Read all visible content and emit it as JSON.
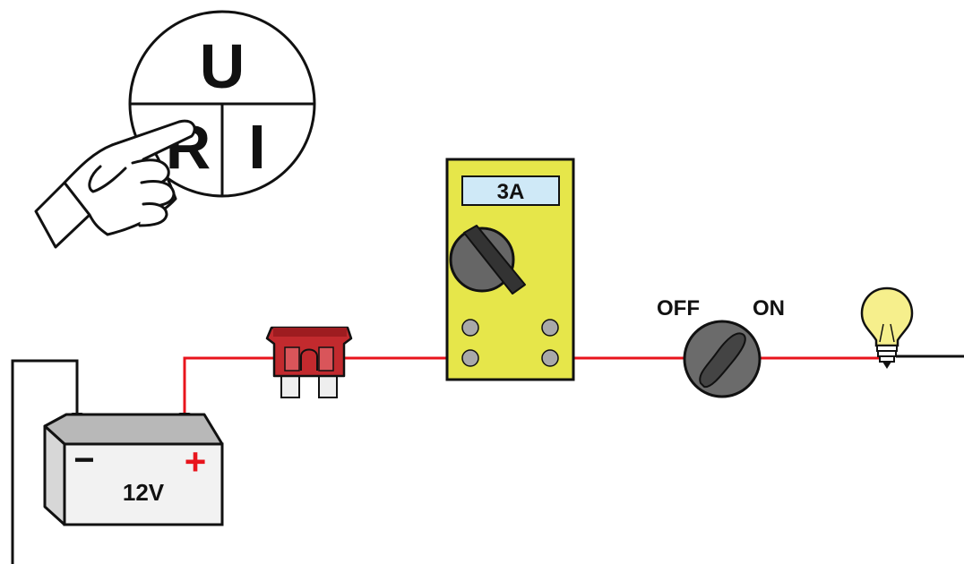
{
  "ohm_triangle": {
    "top_letter": "U",
    "bottom_left_letter": "R",
    "bottom_right_letter": "I"
  },
  "battery": {
    "voltage_label": "12V",
    "minus_symbol": "−",
    "plus_symbol": "+"
  },
  "multimeter": {
    "display_value": "3A"
  },
  "switch": {
    "off_label": "OFF",
    "on_label": "ON"
  },
  "colors": {
    "wire_positive": "#e8141c",
    "wire_negative": "#111111",
    "fuse": "#c22a2e",
    "multimeter_body": "#e6e64a",
    "multimeter_display": "#cfe9f7",
    "bulb": "#f6ef8c",
    "battery_body": "#f2f2f2",
    "battery_top": "#b8b8b8",
    "switch_body": "#6b6b6b"
  }
}
